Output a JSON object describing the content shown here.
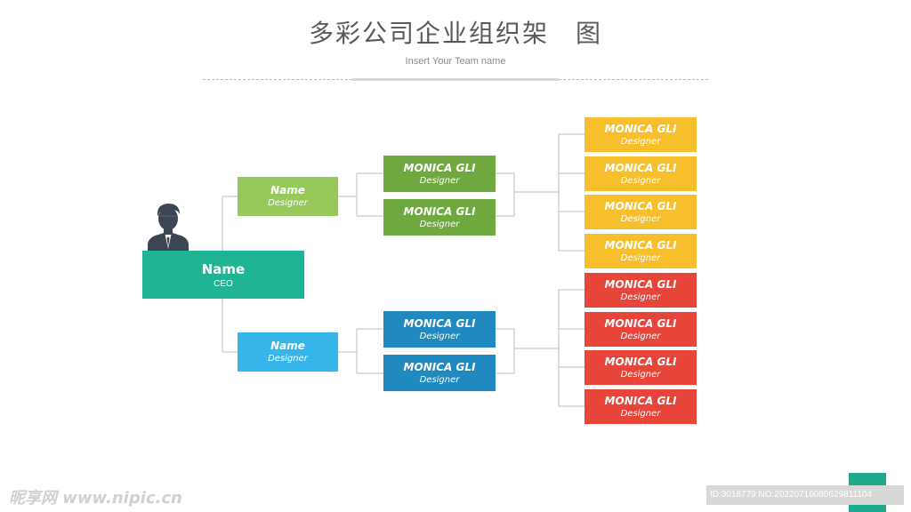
{
  "title": "多彩公司企业组织架　图",
  "subtitle": "Insert Your Team name",
  "ceo": {
    "name": "Name",
    "role": "CEO"
  },
  "managers": [
    {
      "name": "Name",
      "role": "Designer"
    },
    {
      "name": "Name",
      "role": "Designer"
    }
  ],
  "leads": [
    {
      "name": "MONICA GLI",
      "role": "Designer"
    },
    {
      "name": "MONICA GLI",
      "role": "Designer"
    },
    {
      "name": "MONICA GLI",
      "role": "Designer"
    },
    {
      "name": "MONICA GLI",
      "role": "Designer"
    }
  ],
  "members": [
    {
      "name": "MONICA GLI",
      "role": "Designer"
    },
    {
      "name": "MONICA GLI",
      "role": "Designer"
    },
    {
      "name": "MONICA GLI",
      "role": "Designer"
    },
    {
      "name": "MONICA GLI",
      "role": "Designer"
    },
    {
      "name": "MONICA GLI",
      "role": "Designer"
    },
    {
      "name": "MONICA GLI",
      "role": "Designer"
    },
    {
      "name": "MONICA GLI",
      "role": "Designer"
    },
    {
      "name": "MONICA GLI",
      "role": "Designer"
    }
  ],
  "colors": {
    "ceo": "#20b394",
    "manager_top": "#96c95a",
    "manager_bottom": "#35b5ea",
    "lead_top": "#6ea83e",
    "lead_bottom": "#2089c0",
    "member_top": "#f8bf2c",
    "member_bottom": "#e8453a",
    "connector": "#bdbdbd"
  },
  "watermark": {
    "left": "昵享网 www.nipic.cn",
    "right": "ID:3018779 NO:20220716080629811104"
  }
}
